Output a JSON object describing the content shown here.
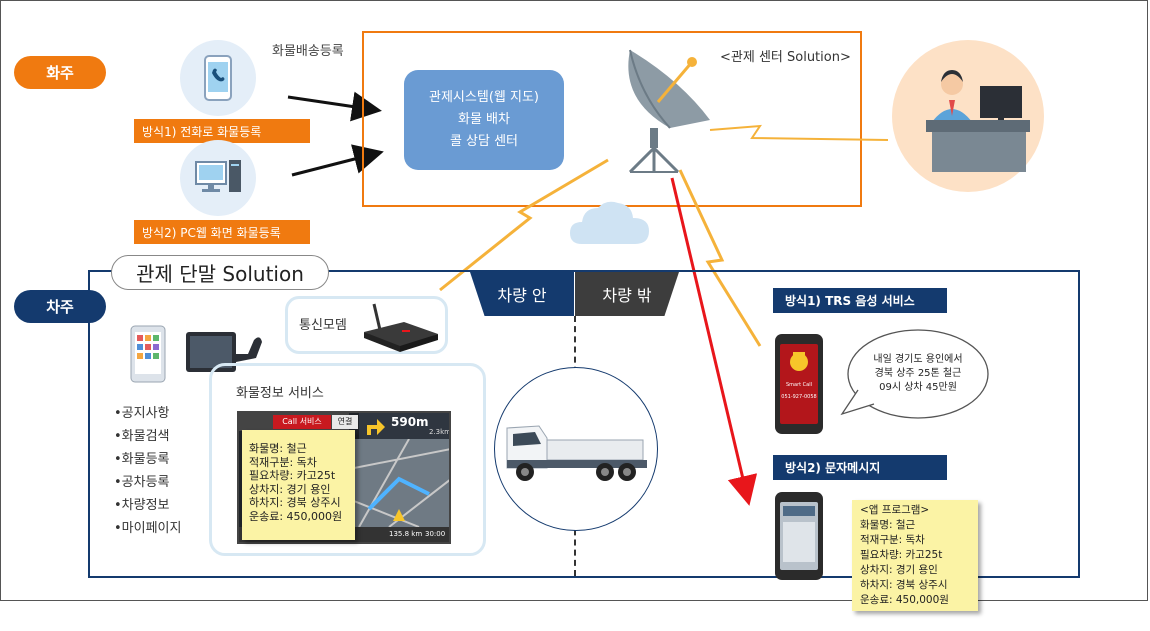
{
  "shipper": {
    "label": "화주",
    "cargo_register_label": "화물배송등록",
    "method1_label": "방식1) 전화로 화물등록",
    "method2_label": "방식2) PC웹 화면 화물등록"
  },
  "control_center": {
    "title": "<관제 센터 Solution>",
    "system_lines": [
      "관제시스템(웹 지도)",
      "화물 배차",
      "콜 상담 센터"
    ]
  },
  "terminal": {
    "title": "관제 단말 Solution",
    "owner_label": "차주",
    "modem_label": "통신모뎀",
    "inside_vehicle": "차량 안",
    "outside_vehicle": "차량 밖",
    "info_service_label": "화물정보 서비스",
    "menu": [
      "•공지사항",
      "•화물검색",
      "•화물등록",
      "•공차등록",
      "•차량정보",
      "•마이페이지"
    ],
    "cargo_card": [
      "화물명: 철근",
      "적재구분: 독차",
      "필요차량: 카고25t",
      "상차지: 경기 용인",
      "하차지: 경북 상주시",
      "운송료: 450,000원"
    ],
    "nav_screen": {
      "tab_call": "Call 서비스",
      "tab_connect": "연결",
      "distance": "590m",
      "sub_distance": "2.3km",
      "bottom_left": "135.8 km",
      "bottom_right": "30:00"
    }
  },
  "services": {
    "trs_label": "방식1) TRS 음성 서비스",
    "trs_bubble_lines": [
      "내일 경기도 용인에서",
      "경북 상주 25톤 철근",
      "09시 상차 45만원"
    ],
    "phone_app_name": "Smart Call",
    "phone_number": "051-927-0058",
    "sms_label": "방식2) 문자메시지",
    "sms_card": [
      "<앱 프로그램>",
      "화물명: 철근",
      "적재구분: 독차",
      "필요차량: 카고25t",
      "상차지: 경기 용인",
      "하차지: 경북 상주시",
      "운송료: 450,000원"
    ]
  },
  "colors": {
    "orange": "#f07a10",
    "navy": "#143a6e",
    "blue_box": "#6a9bd3",
    "light_blue_circle": "#e4eef8",
    "peach_circle": "#fde1c6",
    "signal_yellow": "#f5b23a",
    "red_arrow": "#e8161b"
  }
}
